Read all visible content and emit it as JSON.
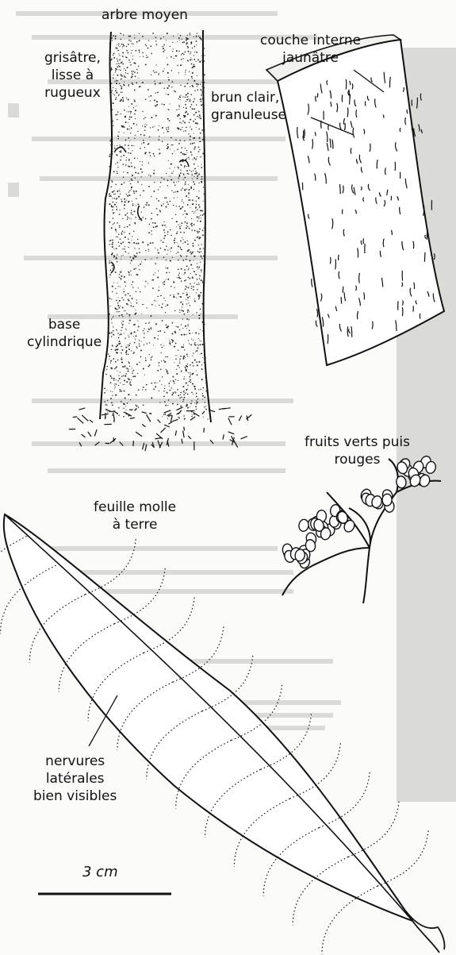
{
  "labels": {
    "tree_size": "arbre moyen",
    "bark_color": [
      "grisâtre,",
      "lisse à",
      "rugueux"
    ],
    "inner_layer": [
      "couche interne",
      "jaunâtre"
    ],
    "slash": [
      "brun clair,",
      "granuleuse"
    ],
    "base": [
      "base",
      "cylindrique"
    ],
    "fruits": [
      "fruits verts puis",
      "rouges"
    ],
    "leaf_litter": [
      "feuille molle",
      "à terre"
    ],
    "veins": [
      "nervures",
      "latérales",
      "bien visibles"
    ],
    "scale": "3 cm"
  },
  "colors": {
    "ink": "#111111",
    "paper": "#fbfbfa",
    "show_through": "#d6d6d3"
  }
}
